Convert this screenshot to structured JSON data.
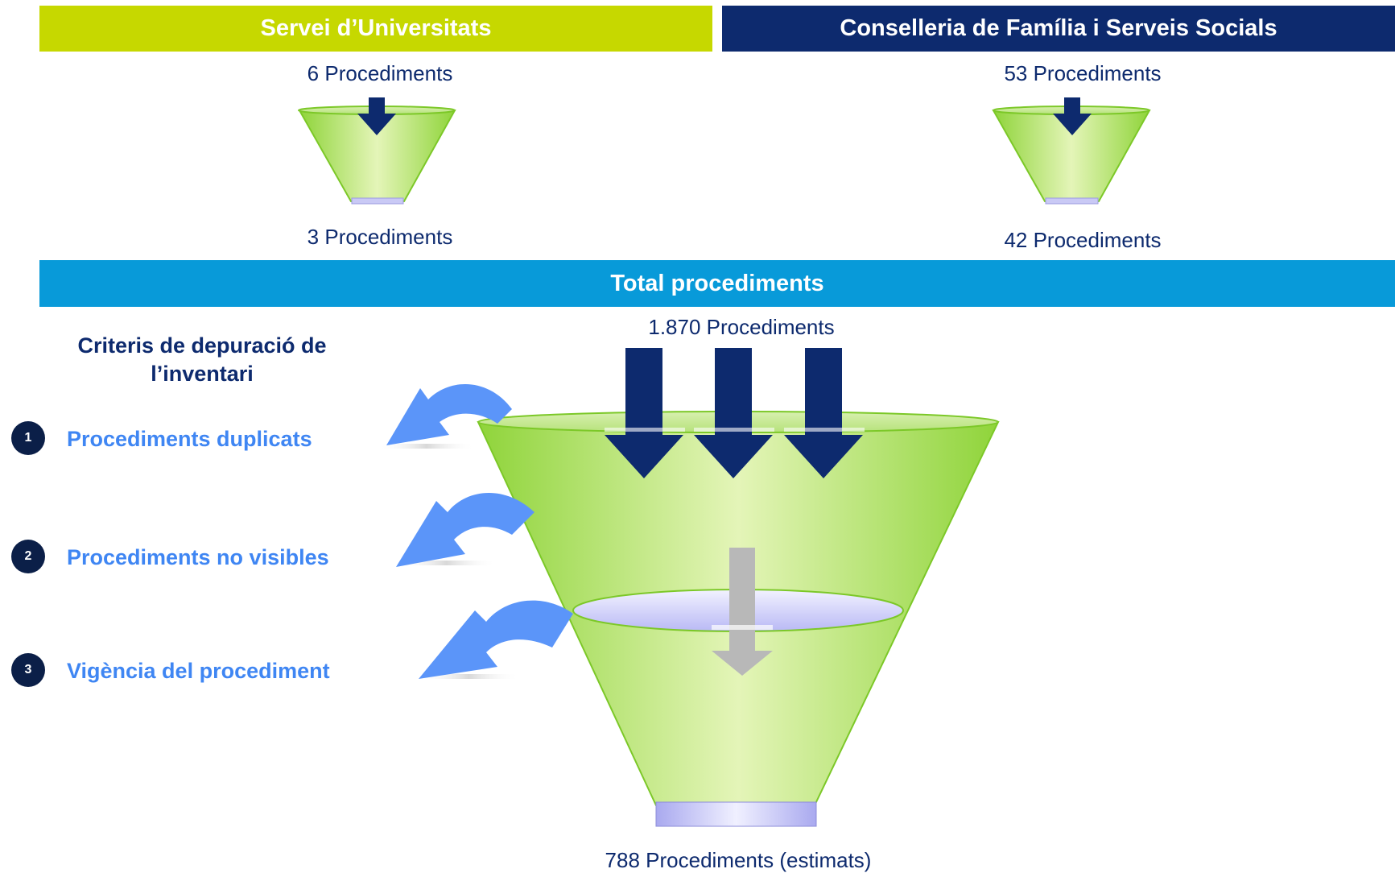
{
  "header": {
    "left_title": "Servei d’Universitats",
    "right_title": "Conselleria de Família i Serveis Socials",
    "total_title": "Total procediments"
  },
  "left_funnel": {
    "input": "6 Procediments",
    "output": "3 Procediments"
  },
  "right_funnel": {
    "input": "53 Procediments",
    "output": "42 Procediments"
  },
  "main_funnel": {
    "input": "1.870 Procediments",
    "output": "788 Procediments (estimats)"
  },
  "criteria": {
    "title": "Criteris de depuració de l’inventari",
    "items": [
      {
        "number": "1",
        "label": "Procediments duplicats"
      },
      {
        "number": "2",
        "label": "Procediments no visibles"
      },
      {
        "number": "3",
        "label": "Vigència del procediment"
      }
    ]
  },
  "colors": {
    "lime": "#c6d800",
    "navy": "#0d2a6e",
    "cyan": "#089ad9",
    "criteria_blue": "#3f86f3",
    "funnel_green": "#9ed84a"
  }
}
